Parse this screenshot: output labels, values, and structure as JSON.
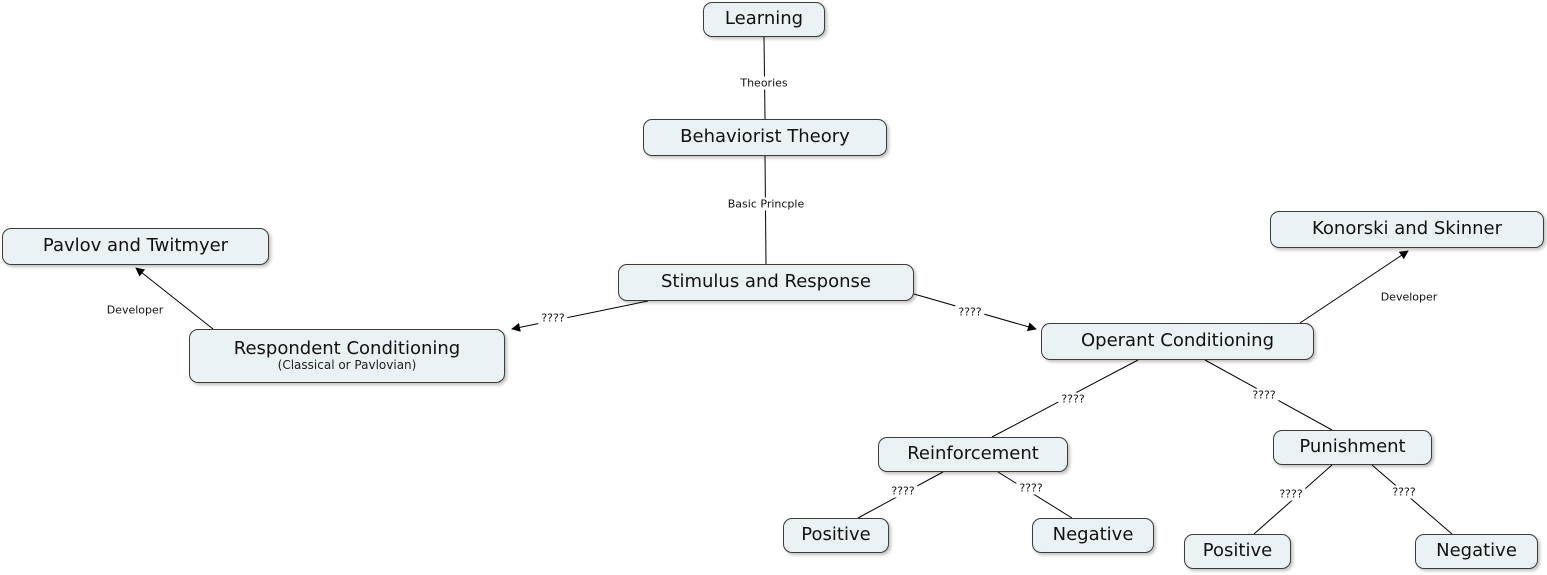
{
  "colors": {
    "background": "#ffffff",
    "node_fill": "#eaf2f4",
    "node_border": "#3c3c3c",
    "line": "#000000"
  },
  "nodes": {
    "learning": {
      "label": "Learning"
    },
    "behaviorist_theory": {
      "label": "Behaviorist Theory"
    },
    "stimulus_response": {
      "label": "Stimulus and Response"
    },
    "pavlov_twitmyer": {
      "label": "Pavlov and Twitmyer"
    },
    "konorski_skinner": {
      "label": "Konorski and Skinner"
    },
    "respondent_conditioning": {
      "label": "Respondent Conditioning",
      "sublabel": "(Classical or Pavlovian)"
    },
    "operant_conditioning": {
      "label": "Operant Conditioning"
    },
    "reinforcement": {
      "label": "Reinforcement"
    },
    "punishment": {
      "label": "Punishment"
    },
    "reinforcement_positive": {
      "label": "Positive"
    },
    "reinforcement_negative": {
      "label": "Negative"
    },
    "punishment_positive": {
      "label": "Positive"
    },
    "punishment_negative": {
      "label": "Negative"
    }
  },
  "links": {
    "theories": {
      "label": "Theories"
    },
    "basic_principle": {
      "label": "Basic Princple"
    },
    "stimulus_to_respondent": {
      "label": "????"
    },
    "stimulus_to_operant": {
      "label": "????"
    },
    "respondent_developer": {
      "label": "Developer"
    },
    "operant_developer": {
      "label": "Developer"
    },
    "operant_to_reinforcement": {
      "label": "????"
    },
    "operant_to_punishment": {
      "label": "????"
    },
    "reinforcement_to_positive": {
      "label": "????"
    },
    "reinforcement_to_negative": {
      "label": "????"
    },
    "punishment_to_positive": {
      "label": "????"
    },
    "punishment_to_negative": {
      "label": "????"
    }
  }
}
